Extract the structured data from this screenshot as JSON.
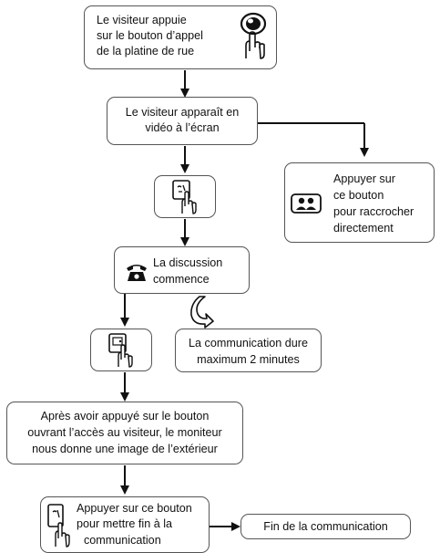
{
  "steps": {
    "call": [
      "Le visiteur appuie",
      "sur le bouton d’appel",
      "de la platine de rue"
    ],
    "appears": [
      "Le visiteur apparaît en",
      "vidéo à l’écran"
    ],
    "hangup": [
      "Appuyer sur",
      "ce bouton",
      "pour raccrocher",
      "directement"
    ],
    "discussion": [
      "La discussion",
      "commence"
    ],
    "duration": [
      "La communication dure",
      "maximum 2 minutes"
    ],
    "door": [
      "Après avoir appuyé sur le bouton",
      "ouvrant l’accès au visiteur, le moniteur",
      "nous donne une image de l’extérieur"
    ],
    "end_press": [
      "Appuyer sur ce bouton",
      "pour mettre fin à la",
      "communication"
    ],
    "end": "Fin de la communication"
  },
  "icons": {
    "call_button": "call-button-press-icon",
    "talk_button": "talk-button-press-icon",
    "hangup_button": "monitor-hangup-button-icon",
    "phone": "telephone-icon",
    "redial": "curved-arrow-icon",
    "door_button": "door-open-button-press-icon",
    "end_button": "end-call-button-press-icon"
  },
  "colors": {
    "border": "#555555",
    "arrow": "#111111",
    "text": "#111111"
  }
}
